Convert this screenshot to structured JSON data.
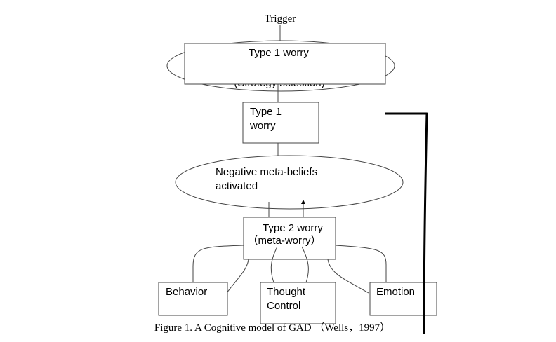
{
  "trigger_label": "Trigger",
  "top_box": {
    "label": "Type 1 worry"
  },
  "hidden_ellipse_text": "(Strategy selection)",
  "type1_box": {
    "line1": "Type 1",
    "line2": "worry"
  },
  "meta_beliefs": {
    "line1": "Negative meta-beliefs",
    "line2": "activated"
  },
  "type2_box": {
    "line1": "Type 2 worry",
    "line2": "（meta-worry）"
  },
  "behavior_box": {
    "label": "Behavior"
  },
  "thought_box": {
    "line1": "Thought",
    "line2": "Control"
  },
  "emotion_box": {
    "label": "Emotion"
  },
  "caption": "Figure 1. A Cognitive model of GAD （Wells，1997）"
}
